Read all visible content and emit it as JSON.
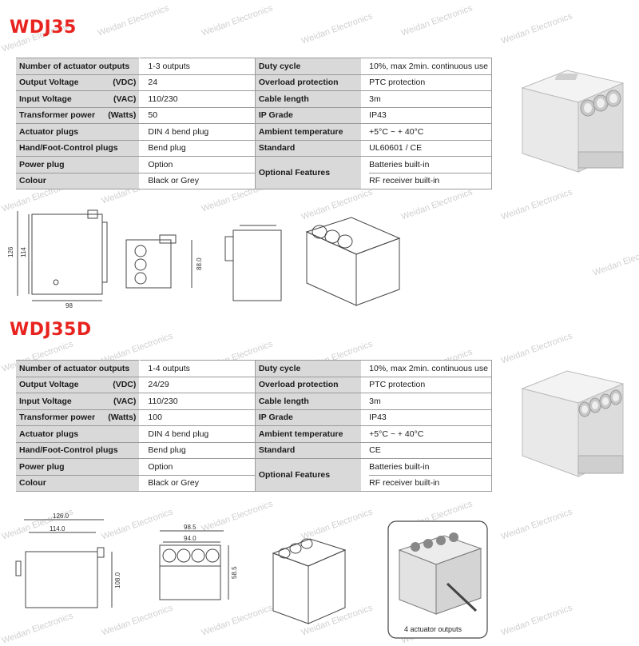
{
  "watermark": "Weidan Electronics",
  "products": [
    {
      "model": "WDJ35",
      "rows": [
        {
          "label": "Number of actuator outputs",
          "unit": "",
          "value": "1-3 outputs",
          "label2": "Duty cycle",
          "value2": "10%, max 2min. continuous use"
        },
        {
          "label": "Output Voltage",
          "unit": "(VDC)",
          "value": "24",
          "label2": "Overload protection",
          "value2": "PTC protection"
        },
        {
          "label": "Input Voltage",
          "unit": "(VAC)",
          "value": "110/230",
          "label2": "Cable length",
          "value2": "3m"
        },
        {
          "label": "Transformer power",
          "unit": "(Watts)",
          "value": "50",
          "label2": "IP Grade",
          "value2": "IP43"
        },
        {
          "label": "Actuator plugs",
          "unit": "",
          "value": "DIN 4 bend plug",
          "label2": "Ambient temperature",
          "value2": "+5°C ~ + 40°C"
        },
        {
          "label": "Hand/Foot-Control plugs",
          "unit": "",
          "value": "Bend plug",
          "label2": "Standard",
          "value2": "UL60601 / CE"
        },
        {
          "label": "Power plug",
          "unit": "",
          "value": "Option"
        },
        {
          "label": "Colour",
          "unit": "",
          "value": "Black or Grey"
        }
      ],
      "optional_label": "Optional Features",
      "optional_values": [
        "Batteries built-in",
        "RF receiver built-in"
      ],
      "dims": {
        "height": "126",
        "inner_height": "114",
        "width": "98",
        "depth": "88.0"
      }
    },
    {
      "model": "WDJ35D",
      "rows": [
        {
          "label": "Number of actuator outputs",
          "unit": "",
          "value": "1-4 outputs",
          "label2": "Duty cycle",
          "value2": "10%, max 2min. continuous use"
        },
        {
          "label": "Output Voltage",
          "unit": "(VDC)",
          "value": "24/29",
          "label2": "Overload protection",
          "value2": "PTC protection"
        },
        {
          "label": "Input Voltage",
          "unit": "(VAC)",
          "value": "110/230",
          "label2": "Cable length",
          "value2": "3m"
        },
        {
          "label": "Transformer power",
          "unit": "(Watts)",
          "value": "100",
          "label2": "IP Grade",
          "value2": "IP43"
        },
        {
          "label": "Actuator plugs",
          "unit": "",
          "value": "DIN 4 bend plug",
          "label2": "Ambient temperature",
          "value2": "+5°C ~ + 40°C"
        },
        {
          "label": "Hand/Foot-Control plugs",
          "unit": "",
          "value": "Bend plug",
          "label2": "Standard",
          "value2": "CE"
        },
        {
          "label": "Power plug",
          "unit": "",
          "value": "Option"
        },
        {
          "label": "Colour",
          "unit": "",
          "value": "Black or Grey"
        }
      ],
      "optional_label": "Optional Features",
      "optional_values": [
        "Batteries built-in",
        "RF receiver built-in"
      ],
      "dims": {
        "width_outer": "126.0",
        "width_inner": "114.0",
        "height": "108.0",
        "depth_outer": "98.5",
        "depth_inner": "94.0",
        "side": "58.5"
      },
      "caption": "4 actuator outputs"
    }
  ]
}
